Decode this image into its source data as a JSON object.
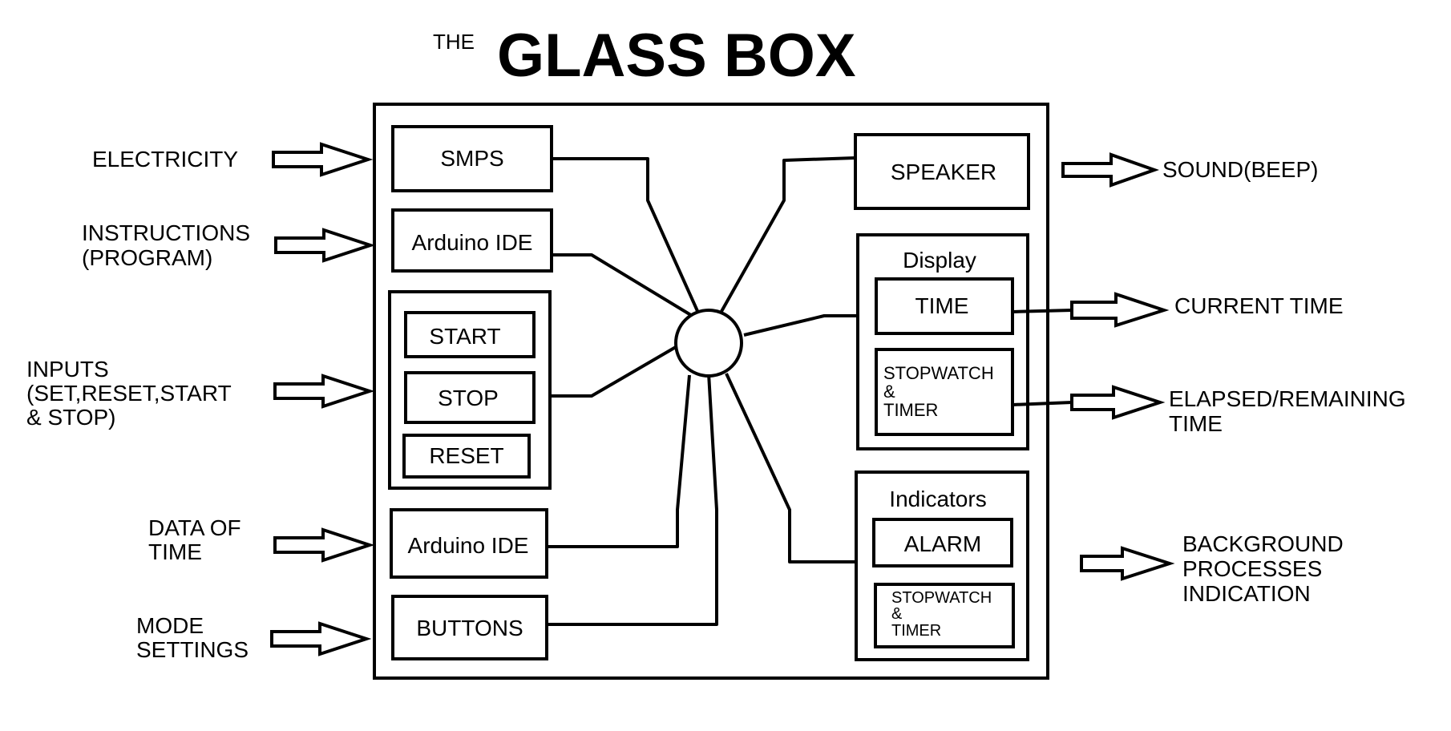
{
  "title": {
    "prefix": "THE",
    "main": "GLASS BOX"
  },
  "inputs": [
    {
      "id": "electricity",
      "lines": [
        "ELECTRICITY"
      ]
    },
    {
      "id": "instructions",
      "lines": [
        "INSTRUCTIONS",
        "(PROGRAM)"
      ]
    },
    {
      "id": "inputs",
      "lines": [
        "INPUTS",
        "(SET,RESET,START",
        "& STOP)"
      ]
    },
    {
      "id": "data-of-time",
      "lines": [
        "DATA OF",
        "TIME"
      ]
    },
    {
      "id": "mode-settings",
      "lines": [
        "MODE",
        "SETTINGS"
      ]
    }
  ],
  "outputs": [
    {
      "id": "sound",
      "lines": [
        "SOUND(BEEP)"
      ]
    },
    {
      "id": "current-time",
      "lines": [
        "CURRENT TIME"
      ]
    },
    {
      "id": "elapsed-remaining",
      "lines": [
        "ELAPSED/REMAINING",
        "TIME"
      ]
    },
    {
      "id": "background-processes",
      "lines": [
        "BACKGROUND",
        "PROCESSES",
        "INDICATION"
      ]
    }
  ],
  "blocks": {
    "smps": "SMPS",
    "arduino_ide_top": "Arduino IDE",
    "start": "START",
    "stop": "STOP",
    "reset": "RESET",
    "arduino_ide_bottom": "Arduino IDE",
    "buttons": "BUTTONS",
    "speaker": "SPEAKER",
    "display": {
      "label": "Display",
      "time": "TIME",
      "stopwatch_lines": [
        "STOPWATCH",
        "&",
        "TIMER"
      ]
    },
    "indicators": {
      "label": "Indicators",
      "alarm": "ALARM",
      "stopwatch_lines": [
        "STOPWATCH",
        "&",
        "TIMER"
      ]
    }
  }
}
